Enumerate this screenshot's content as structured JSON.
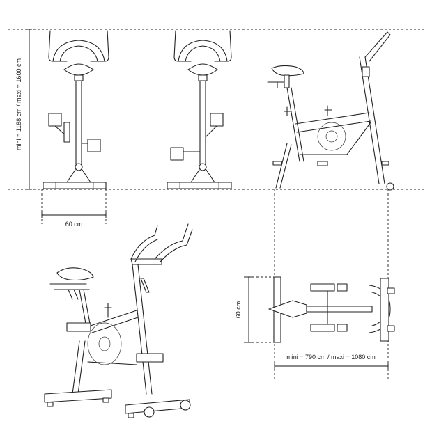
{
  "dimensions": {
    "height_label": "mini = 1188 cm / maxi = 1600 cm",
    "front_width_label": "60 cm",
    "top_width_label": "60 cm",
    "length_label": "mini = 790 cm / maxi = 1080 cm"
  }
}
